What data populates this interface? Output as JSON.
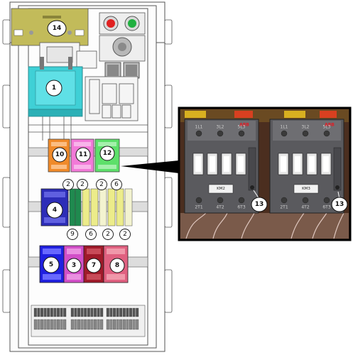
{
  "callouts": {
    "c14": "14",
    "c1": "1",
    "c10": "10",
    "c11": "11",
    "c12": "12",
    "c4": "4",
    "c5": "5",
    "c3": "3",
    "c7": "7",
    "c8": "8",
    "c13a": "13",
    "c13b": "13"
  },
  "terminal_callouts_top": [
    "2",
    "2",
    "2",
    "6"
  ],
  "terminal_callouts_bottom": [
    "9",
    "6",
    "2",
    "2"
  ],
  "contactors": [
    {
      "brand": "ABB",
      "label": "KM2",
      "terminals_top": [
        "1L1",
        "3L2",
        "5L3"
      ],
      "terminals_bottom": [
        "2T1",
        "4T2",
        "6T3"
      ]
    },
    {
      "brand": "ABB",
      "label": "KM3",
      "terminals_top": [
        "1L1",
        "3L2",
        "5L3"
      ],
      "terminals_bottom": [
        "2T1",
        "4T2",
        "6T3"
      ]
    }
  ],
  "colors": {
    "outline": "#444444",
    "psu_yellow": "#c8c060",
    "isolator_cyan": "#3fd0d6",
    "breaker_blue": "#2d2db8",
    "breaker_blue_bright": "#2020e0",
    "breaker_magenta": "#d24fc8",
    "breaker_darkred": "#a01a2a",
    "breaker_pink": "#e06080",
    "relay_orange": "#f08a2a",
    "relay_pink": "#f27ad8",
    "relay_green": "#5de06a",
    "terminal_green": "#1f8a4f",
    "terminal_yellow": "#ecec8a",
    "lamp_red": "#e02020",
    "lamp_green": "#20b040"
  }
}
